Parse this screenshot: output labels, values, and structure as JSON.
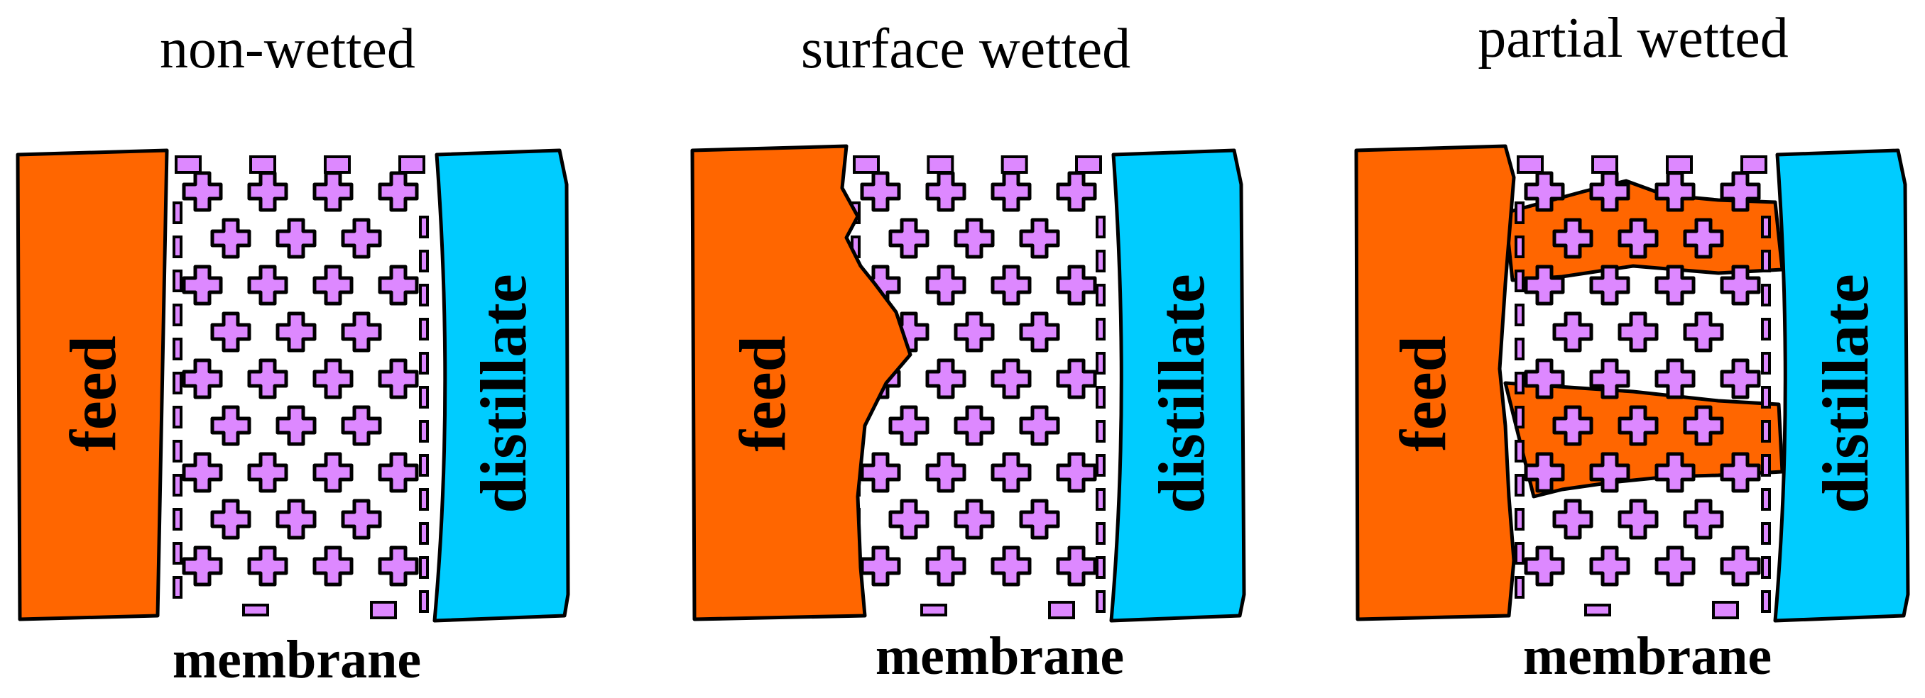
{
  "panels": [
    {
      "title": "non-wetted",
      "feed_label": "feed",
      "distillate_label": "distillate",
      "membrane_label": "membrane",
      "state": "non-wetted"
    },
    {
      "title": "surface wetted",
      "feed_label": "feed",
      "distillate_label": "distillate",
      "membrane_label": "membrane",
      "state": "surface-wetted"
    },
    {
      "title": "partial wetted",
      "feed_label": "feed",
      "distillate_label": "distillate",
      "membrane_label": "membrane",
      "state": "partial-wetted"
    }
  ],
  "colors": {
    "feed": "#ff6600",
    "distillate": "#00ccff",
    "membrane_particle": "#dd88ff",
    "outline": "#000000",
    "background": "#ffffff"
  },
  "icons": [
    "plus-particle-icon",
    "minus-particle-icon"
  ]
}
